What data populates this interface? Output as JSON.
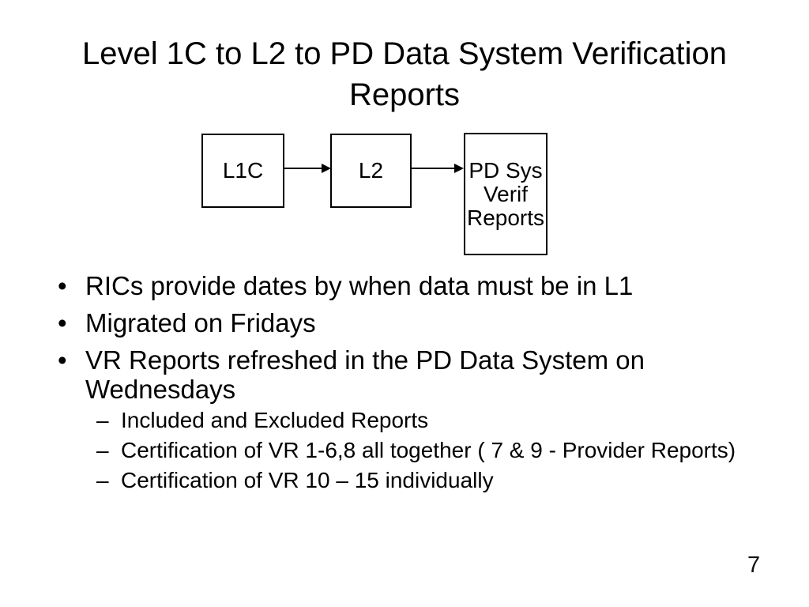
{
  "colors": {
    "background": "#ffffff",
    "text": "#000000",
    "box_border": "#000000"
  },
  "slide": {
    "title": "Level 1C to L2 to PD Data System Verification Reports",
    "page_number": "7"
  },
  "diagram": {
    "boxes": [
      {
        "id": "l1c",
        "label": "L1C"
      },
      {
        "id": "l2",
        "label": "L2"
      },
      {
        "id": "pd",
        "label": "PD Sys Verif Reports",
        "lines": [
          "PD Sys",
          "Verif",
          "Reports"
        ]
      }
    ],
    "arrows": [
      {
        "from": "L1C",
        "to": "L2"
      },
      {
        "from": "L2",
        "to": "PD Sys Verif Reports"
      }
    ]
  },
  "bullets": {
    "items": [
      {
        "marker": "•",
        "text": "RICs provide dates by when data must be in L1"
      },
      {
        "marker": "•",
        "text": "Migrated on Fridays"
      },
      {
        "marker": "•",
        "text": "VR Reports refreshed in the PD Data System on Wednesdays"
      }
    ],
    "sub_items": [
      {
        "marker": "–",
        "text": "Included and Excluded Reports"
      },
      {
        "marker": "–",
        "text": "Certification of VR 1-6,8 all together ( 7 & 9 - Provider Reports)"
      },
      {
        "marker": "–",
        "text": "Certification of VR 10 – 15 individually"
      }
    ]
  }
}
